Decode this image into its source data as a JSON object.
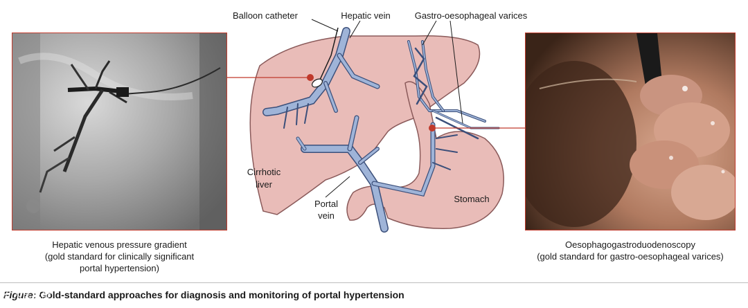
{
  "left_panel": {
    "caption_line1": "Hepatic venous pressure gradient",
    "caption_line2": "(gold standard for clinically significant",
    "caption_line3": "portal hypertension)"
  },
  "right_panel": {
    "caption_line1": "Oesophagogastroduodenoscopy",
    "caption_line2": "(gold standard for gastro-oesophageal varices)"
  },
  "diagram": {
    "balloon_catheter": "Balloon catheter",
    "hepatic_vein": "Hepatic vein",
    "varices": "Gastro-oesophageal varices",
    "liver_line1": "Cirrhotic",
    "liver_line2": "liver",
    "portal_line1": "Portal",
    "portal_line2": "vein",
    "stomach": "Stomach"
  },
  "figure": {
    "label": "Figure",
    "separator": ": ",
    "title": "Gold-standard approaches for diagnosis and monitoring of portal hypertension"
  },
  "watermark": "※ 大医说肝",
  "colors": {
    "accent_red": "#c0392b",
    "organ_pink": "#e8b8b5",
    "organ_outline": "#8a5a5a",
    "vessel_blue": "#8fa8cf",
    "vessel_outline": "#3b4f7a"
  }
}
